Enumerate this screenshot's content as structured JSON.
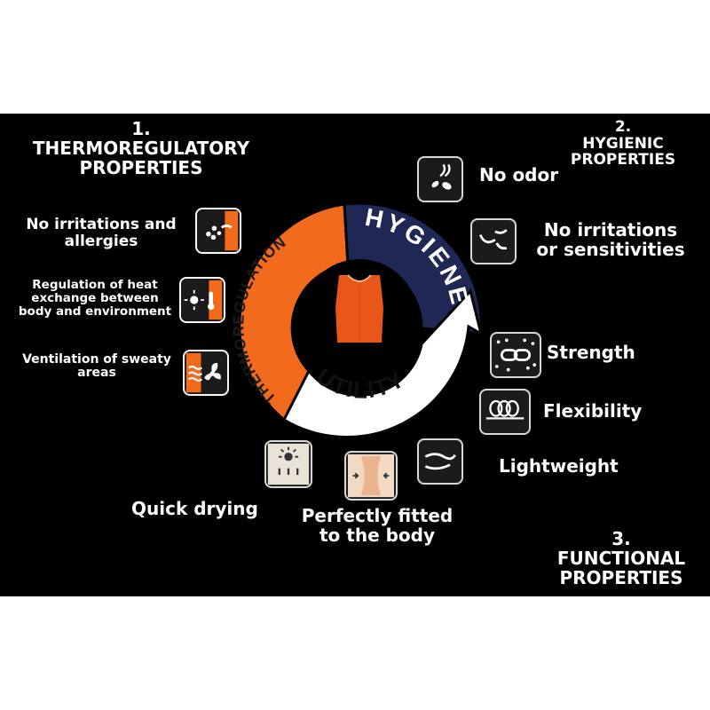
{
  "sections": {
    "thermo": {
      "number": "1.",
      "title_line1": "THERMOREGULATORY",
      "title_line2": "PROPERTIES"
    },
    "hygienic": {
      "number": "2.",
      "title_line1": "HYGIENIC",
      "title_line2": "PROPERTIES"
    },
    "functional": {
      "number": "3.",
      "title_line1": "FUNCTIONAL",
      "title_line2": "PROPERTIES"
    }
  },
  "cycle": {
    "thermo_label": "THERMOREGULATION",
    "hygiene_label": "HYGIENE",
    "utility_label": "UTILITY",
    "colors": {
      "thermo": "#f26a1b",
      "hygiene": "#1f2754",
      "utility": "#ffffff"
    }
  },
  "thermo_items": [
    {
      "line1": "No irritations and",
      "line2": "allergies",
      "icon": "water-drops-icon"
    },
    {
      "line1": "Regulation of heat",
      "line2": "exchange between",
      "line3": "body and environment",
      "icon": "sun-thermometer-icon"
    },
    {
      "line1": "Ventilation of sweaty",
      "line2": "areas",
      "icon": "fan-icon"
    }
  ],
  "hygienic_items": [
    {
      "line1": "No odor",
      "icon": "leaves-wind-icon"
    },
    {
      "line1": "No irritations",
      "line2": "or sensitivities",
      "icon": "skin-care-icon"
    }
  ],
  "functional_items": [
    {
      "line1": "Strength",
      "icon": "chain-link-icon"
    },
    {
      "line1": "Flexibility",
      "icon": "spring-coil-icon"
    },
    {
      "line1": "Lightweight",
      "icon": "feather-icon"
    },
    {
      "line1": "Quick drying",
      "icon": "sun-drying-icon"
    },
    {
      "line1": "Perfectly fitted",
      "line2": "to the body",
      "icon": "body-fit-icon"
    }
  ]
}
